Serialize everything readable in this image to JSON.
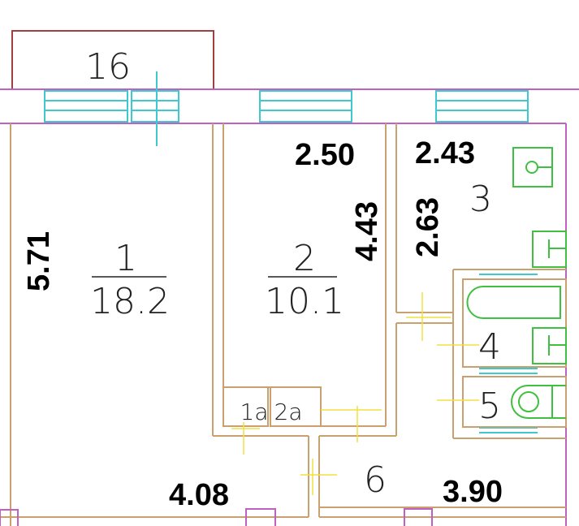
{
  "balcony": {
    "label": "16"
  },
  "rooms": [
    {
      "number": "1",
      "area": "18.2"
    },
    {
      "number": "2",
      "area": "10.1"
    },
    {
      "number": "3"
    },
    {
      "number": "4"
    },
    {
      "number": "5"
    },
    {
      "number": "6"
    },
    {
      "number": "1a"
    },
    {
      "number": "2a"
    }
  ],
  "dimensions": {
    "room1_height": "5.71",
    "room1_width": "4.08",
    "room2_width": "2.50",
    "room2_height": "4.43",
    "room3_width": "2.43",
    "room3_height": "2.63",
    "room6_width": "3.90"
  },
  "colors": {
    "wall": "#c9a06e",
    "exterior": "#c060c0",
    "window": "#40c8d0",
    "fixture": "#40c040",
    "balcony": "#a04040"
  }
}
